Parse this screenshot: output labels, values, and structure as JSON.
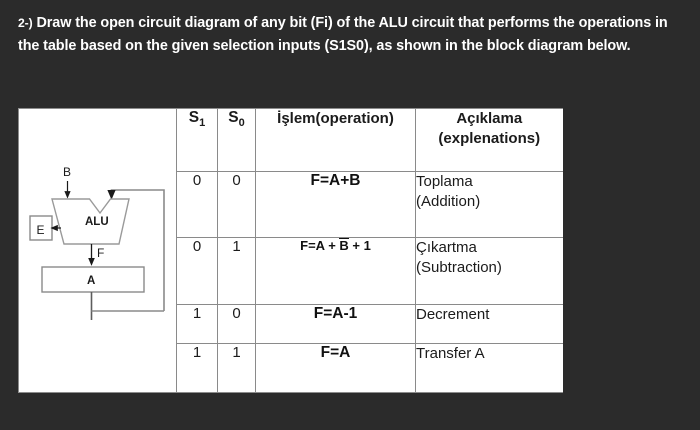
{
  "question": {
    "number": "2-)",
    "text": "Draw the open circuit diagram of any bit (Fi) of the ALU circuit that performs the operations in the table based on the given selection inputs (S1S0), as shown in the block diagram below."
  },
  "block_diagram": {
    "alu_label": "ALU",
    "input_b_label": "B",
    "carry_out_label": "E",
    "output_f_label": "F",
    "register_a_label": "A"
  },
  "table": {
    "headers": {
      "s1": "S",
      "s1_sub": "1",
      "s0": "S",
      "s0_sub": "0",
      "operation": "İşlem(operation)",
      "explanation_line1": "Açıklama",
      "explanation_line2": "(explenations)"
    },
    "rows": [
      {
        "s1": "0",
        "s0": "0",
        "operation": "F=A+B",
        "operation_prefix": "",
        "operation_overline": "",
        "operation_suffix": "",
        "explanation_line1": "Toplama",
        "explanation_line2": "(Addition)"
      },
      {
        "s1": "0",
        "s0": "1",
        "operation": "",
        "operation_prefix": "F=A + ",
        "operation_overline": "B",
        "operation_suffix": " + 1",
        "explanation_line1": "Çıkartma",
        "explanation_line2": "(Subtraction)"
      },
      {
        "s1": "1",
        "s0": "0",
        "operation": "F=A-1",
        "operation_prefix": "",
        "operation_overline": "",
        "operation_suffix": "",
        "explanation_line1": "Decrement",
        "explanation_line2": ""
      },
      {
        "s1": "1",
        "s0": "1",
        "operation": "F=A",
        "operation_prefix": "",
        "operation_overline": "",
        "operation_suffix": "",
        "explanation_line1": "Transfer A",
        "explanation_line2": ""
      }
    ]
  },
  "colors": {
    "background": "#2b2b2b",
    "panel": "#ffffff",
    "text_light": "#ffffff",
    "text_dark": "#1b1b1b",
    "line": "#8a8a8a"
  }
}
